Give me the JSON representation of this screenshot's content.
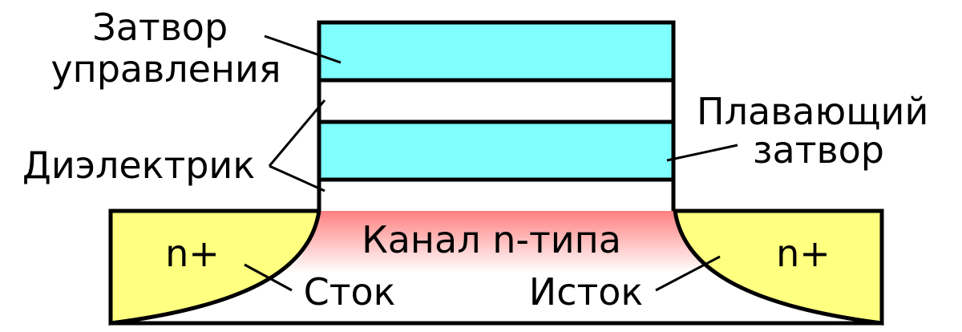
{
  "labels": {
    "control_gate": [
      "Затвор",
      "управления"
    ],
    "dielectric": "Диэлектрик",
    "floating_gate": [
      "Плавающий",
      "затвор"
    ],
    "channel": "Канал n-типа",
    "drain_doping": "n+",
    "source_doping": "n+",
    "drain": "Сток",
    "source": "Исток"
  },
  "colors": {
    "gate": "#80ffff",
    "dielectric": "#ffffff",
    "doped_region": "#ffff80",
    "channel_top": "#ff8080",
    "channel_bottom": "#ffffff",
    "outline": "#000000"
  }
}
